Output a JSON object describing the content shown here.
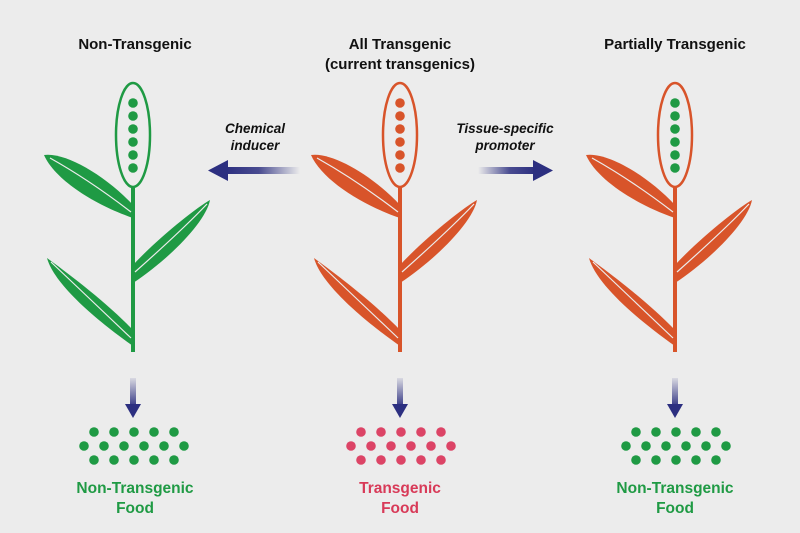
{
  "colors": {
    "background": "#ececec",
    "non_transgenic": "#1f9a44",
    "transgenic": "#d8542a",
    "transgenic_food": "#dc4466",
    "arrow": "#2c2f80"
  },
  "panels": {
    "left": {
      "title": "Non-Transgenic",
      "food_line1": "Non-Transgenic",
      "food_line2": "Food"
    },
    "center": {
      "title_line1": "All Transgenic",
      "title_line2": "(current transgenics)",
      "food_line1": "Transgenic",
      "food_line2": "Food"
    },
    "right": {
      "title": "Partially Transgenic",
      "food_line1": "Non-Transgenic",
      "food_line2": "Food"
    }
  },
  "arrows": {
    "left": {
      "line1": "Chemical",
      "line2": "inducer",
      "icon": "arrow-left-icon"
    },
    "right": {
      "line1": "Tissue-specific",
      "line2": "promoter",
      "icon": "arrow-right-icon"
    }
  }
}
